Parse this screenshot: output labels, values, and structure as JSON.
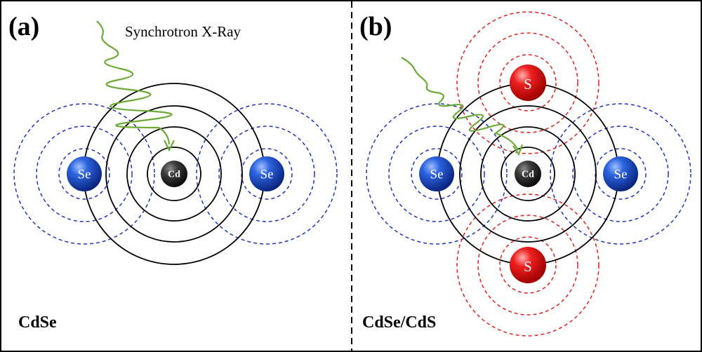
{
  "panels": [
    {
      "label": "(a)",
      "material": "CdSe",
      "beam_label": "Synchrotron X-Ray"
    },
    {
      "label": "(b)",
      "material": "CdSe/CdS"
    }
  ],
  "atoms": {
    "cd": "Cd",
    "se": "Se",
    "s": "S"
  },
  "colors": {
    "se_sphere": "#1f4fd0",
    "cd_sphere": "#333333",
    "s_sphere": "#e01010",
    "se_shell": "#2233bb",
    "s_shell": "#e02020",
    "cd_shell": "#000000",
    "xray_wave": "#6aaa35"
  }
}
